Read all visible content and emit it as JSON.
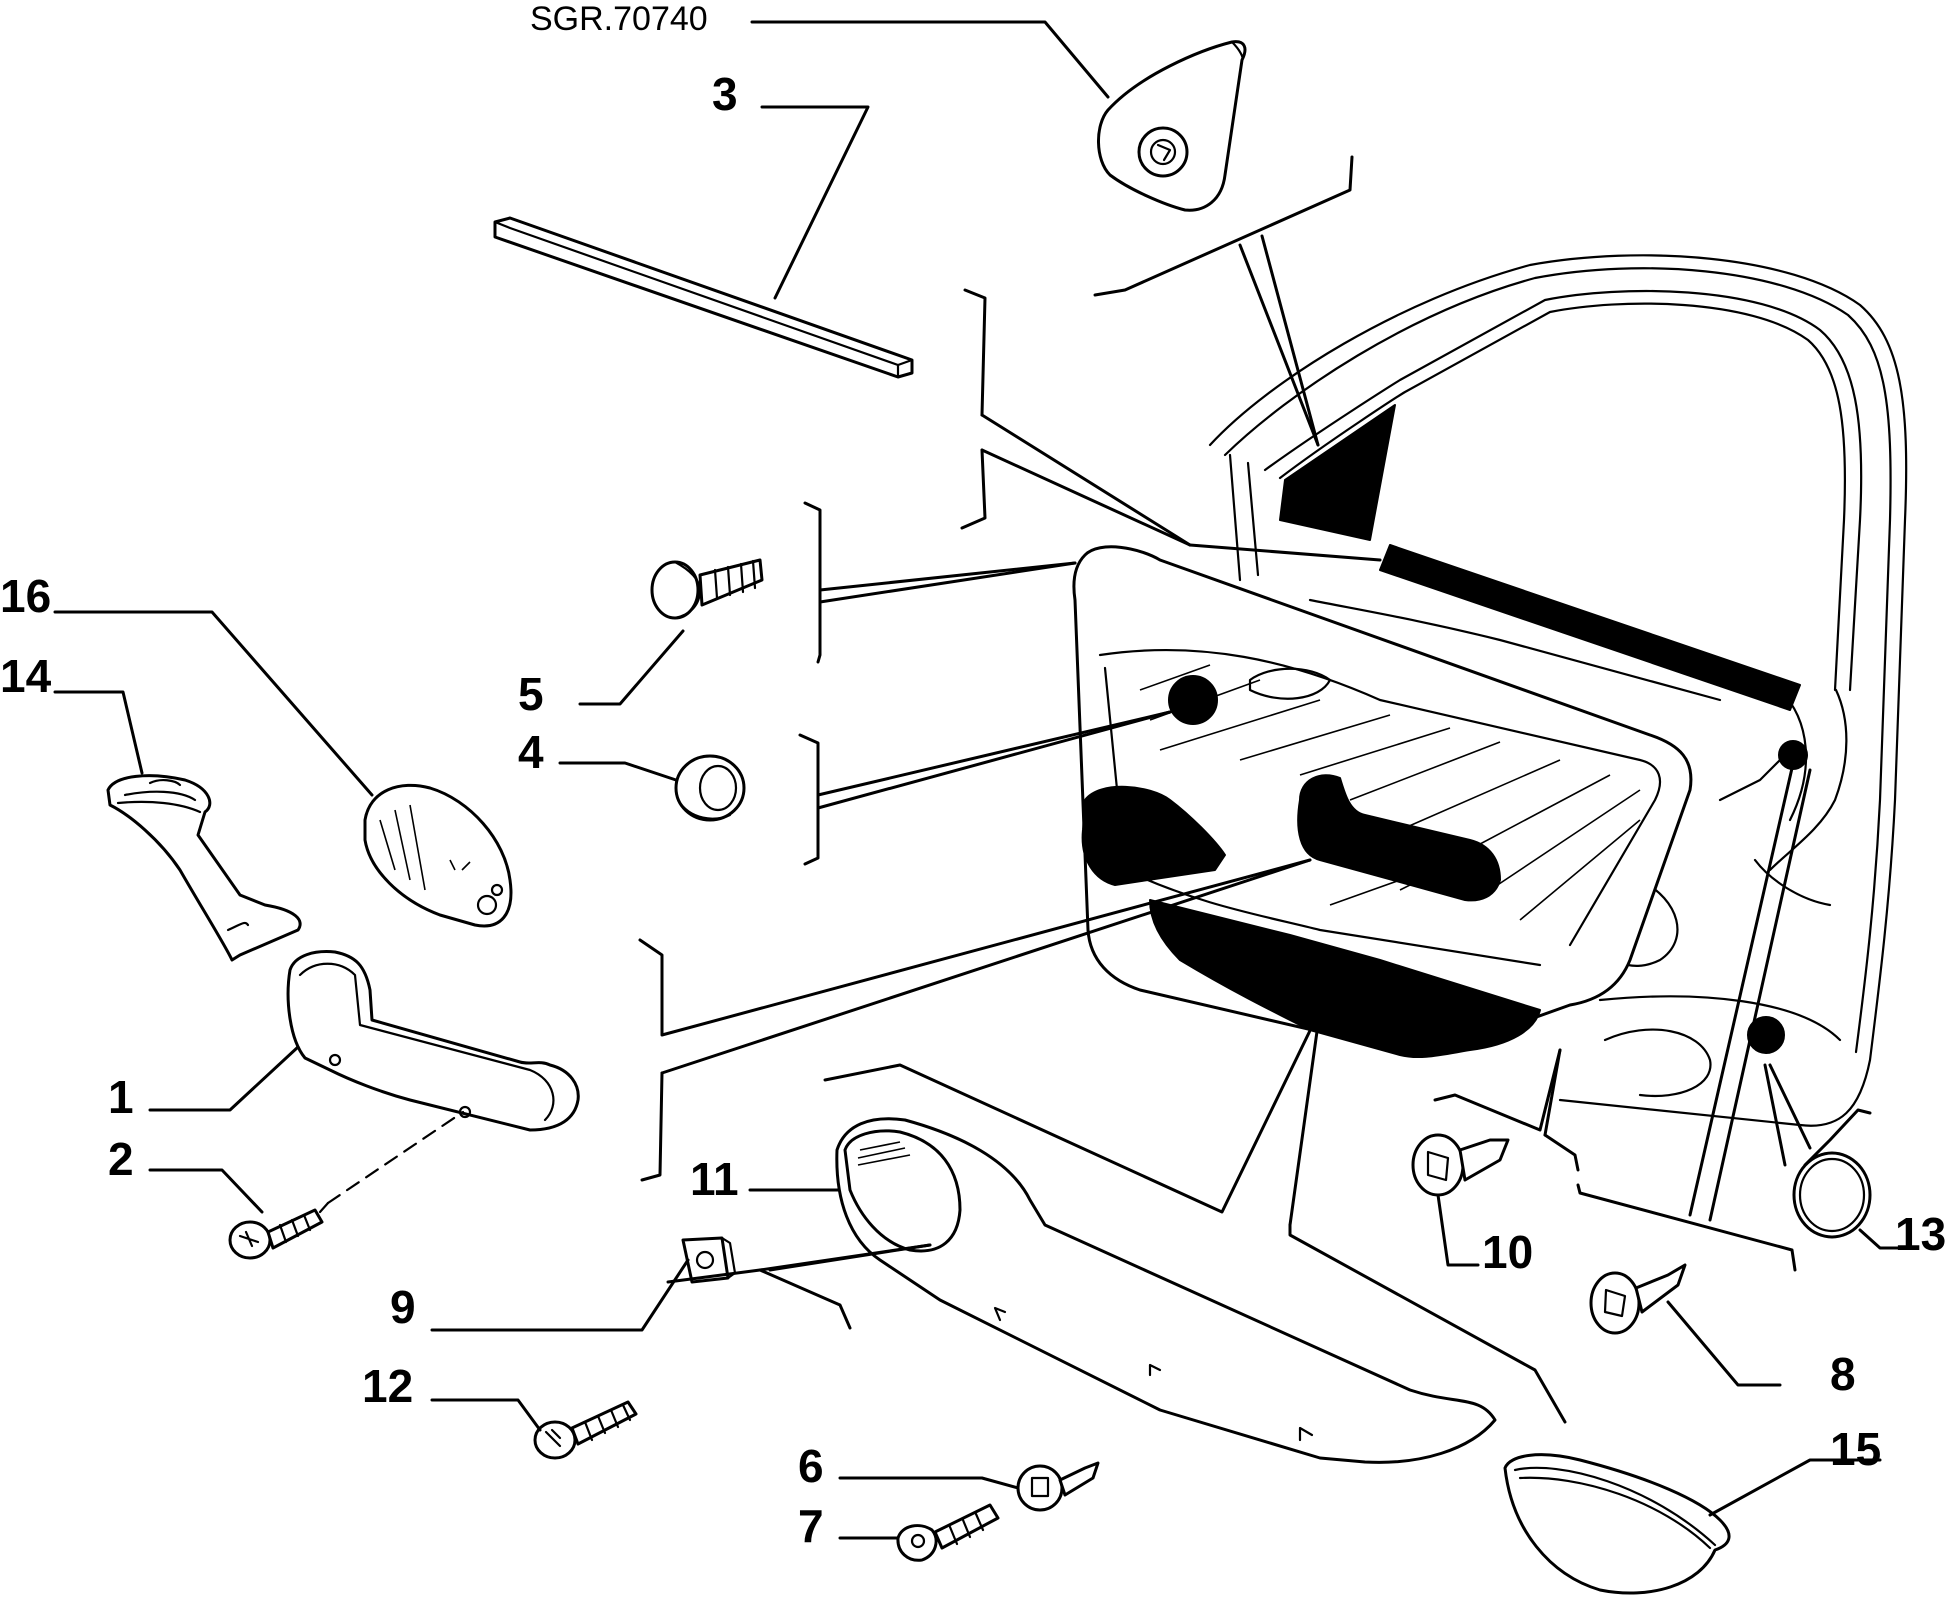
{
  "reference_code": "SGR.70740",
  "labels": {
    "p1": "1",
    "p2": "2",
    "p3": "3",
    "p4": "4",
    "p5": "5",
    "p6": "6",
    "p7": "7",
    "p8": "8",
    "p9": "9",
    "p10": "10",
    "p11": "11",
    "p12": "12",
    "p13": "13",
    "p14": "14",
    "p15": "15",
    "p16": "16"
  }
}
